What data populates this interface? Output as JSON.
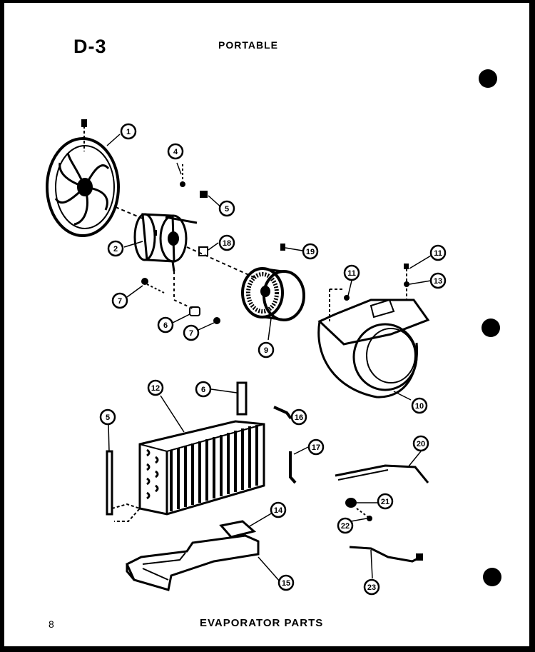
{
  "header": {
    "diagram_code": "D-3",
    "model": "PORTABLE"
  },
  "footer": {
    "page_number": "8",
    "caption": "EVAPORATOR PARTS"
  },
  "callouts": [
    "1",
    "4",
    "5",
    "2",
    "18",
    "19",
    "11",
    "11",
    "13",
    "7",
    "6",
    "7",
    "9",
    "10",
    "12",
    "6",
    "16",
    "5",
    "17",
    "20",
    "21",
    "22",
    "14",
    "15",
    "23"
  ]
}
